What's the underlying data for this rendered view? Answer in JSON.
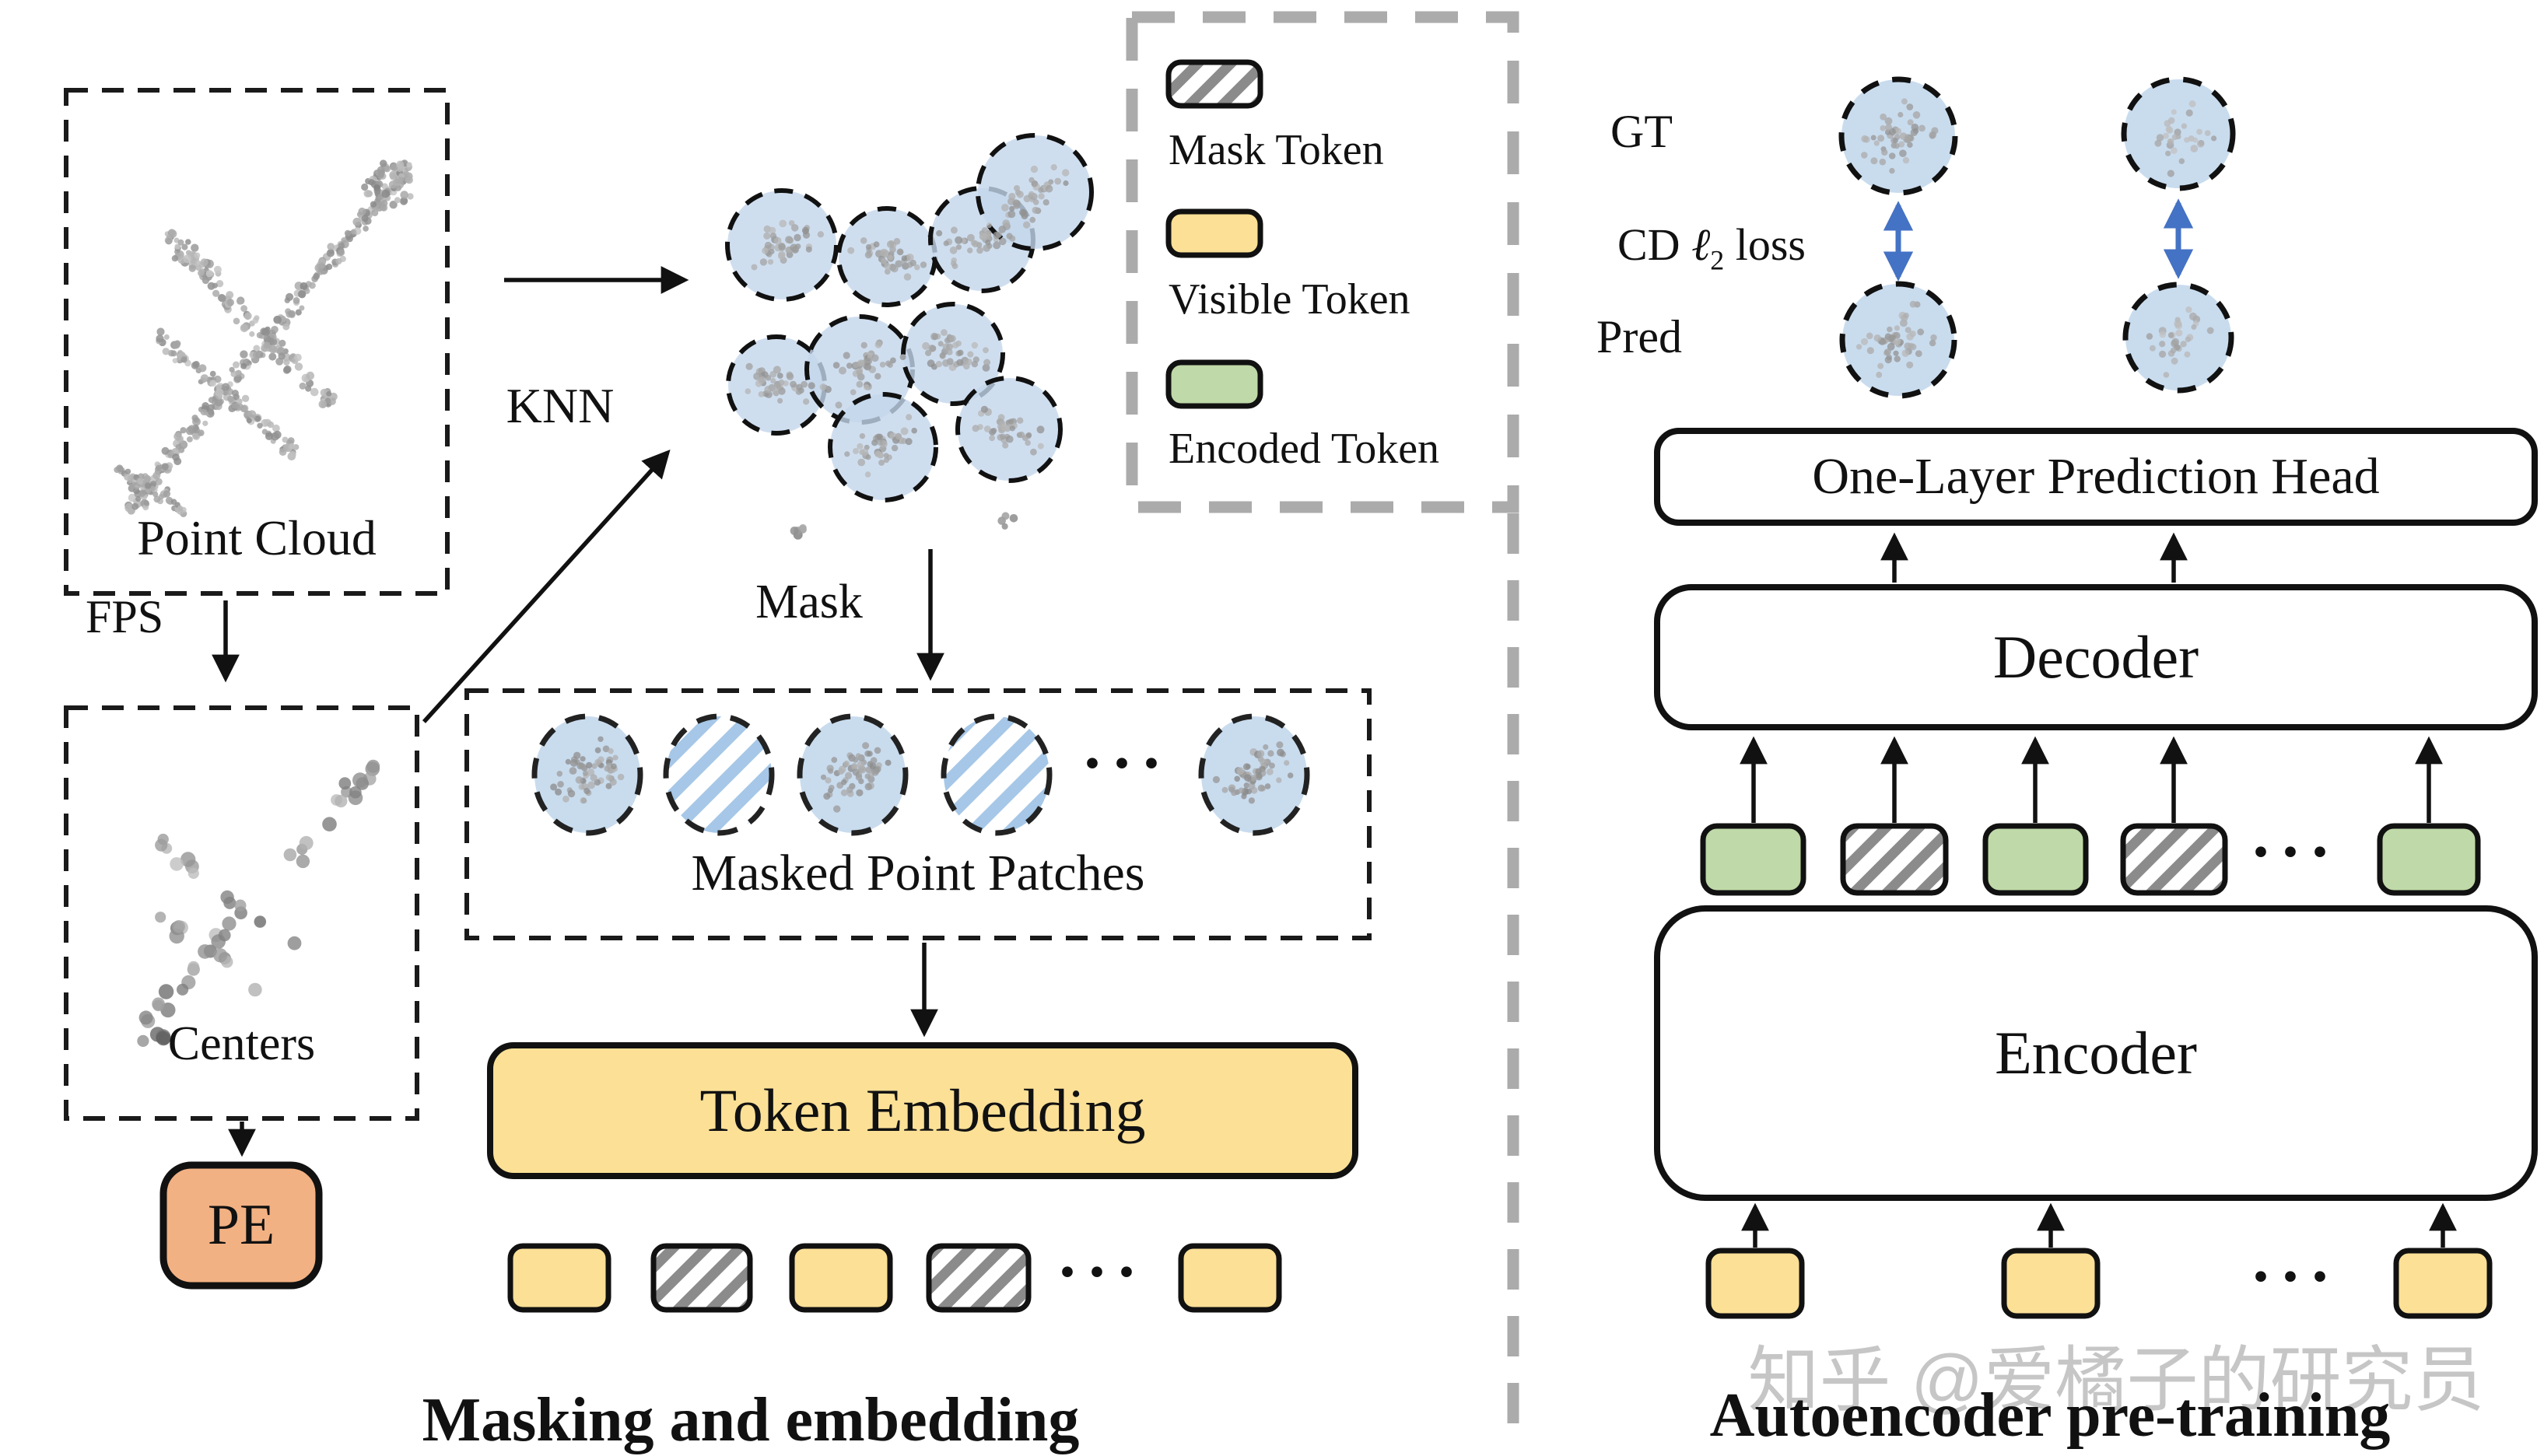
{
  "figure": {
    "left_panel": {
      "point_cloud_label": "Point Cloud",
      "fps_label": "FPS",
      "knn_label": "KNN",
      "centers_label": "Centers",
      "pe_label": "PE",
      "mask_label": "Mask",
      "masked_patches_label": "Masked Point Patches",
      "token_embedding_label": "Token Embedding",
      "section_title": "Masking and embedding"
    },
    "legend": {
      "mask_token": "Mask Token",
      "visible_token": "Visible Token",
      "encoded_token": "Encoded Token"
    },
    "right_panel": {
      "gt_label": "GT",
      "loss_prefix": "CD ",
      "loss_symbol": "ℓ",
      "loss_subscript": "2",
      "loss_suffix": " loss",
      "pred_label": "Pred",
      "prediction_head_label": "One-Layer Prediction Head",
      "decoder_label": "Decoder",
      "encoder_label": "Encoder",
      "section_title": "Autoencoder pre-training"
    },
    "watermark": "知乎 @爱橘子的研究员",
    "ellipsis": "···",
    "colors": {
      "visible_token": "#FBE096",
      "encoded_token": "#BFD9A8",
      "mask_hatch": "#8B8B8B",
      "patch_fill": "#C9DCEE",
      "patch_stripe": "#A6C7E7",
      "cluster_fill": "#C3D6EB",
      "pe_fill": "#F2B183",
      "loss_arrow": "#4472C4",
      "divider": "#ABABAB",
      "line_black": "#111111"
    }
  }
}
